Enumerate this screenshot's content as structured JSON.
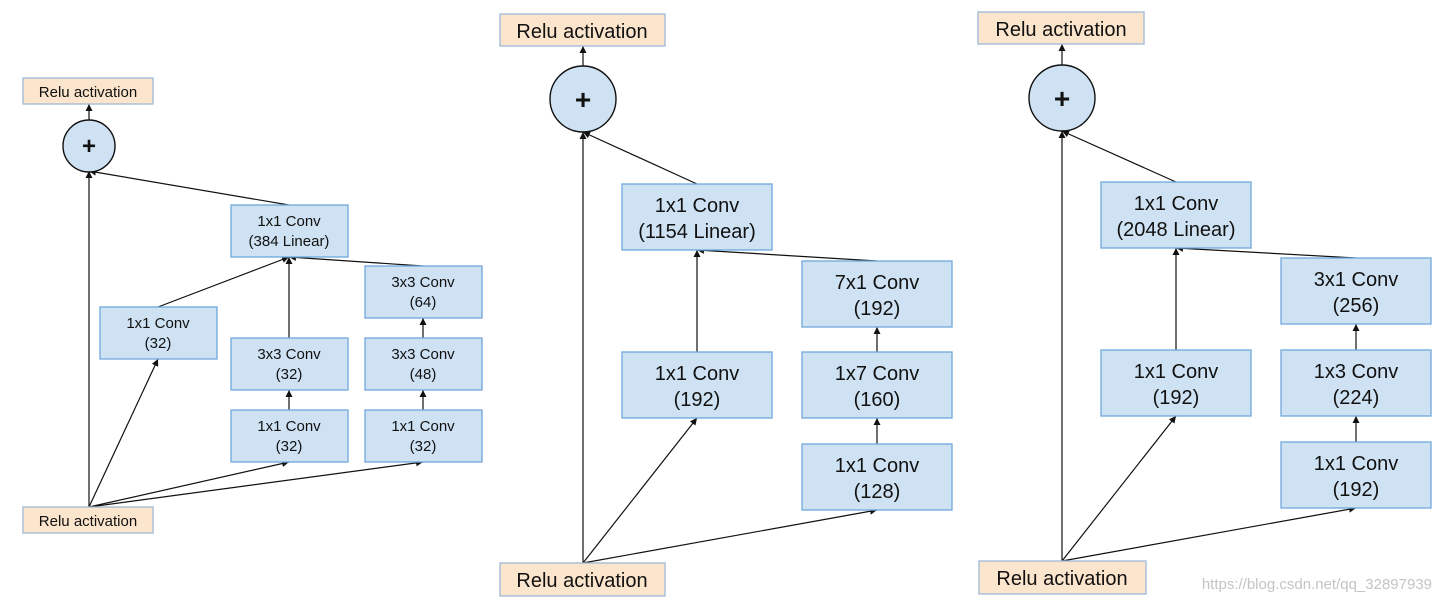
{
  "diagrams": [
    {
      "id": "a",
      "nodes": {
        "relu_top": "Relu activation",
        "add": "+",
        "conv_linear": [
          "1x1 Conv",
          "(384 Linear)"
        ],
        "b1_conv": [
          "1x1 Conv",
          "(32)"
        ],
        "b2_conv1": [
          "1x1 Conv",
          "(32)"
        ],
        "b2_conv2": [
          "3x3 Conv",
          "(32)"
        ],
        "b3_conv1": [
          "1x1 Conv",
          "(32)"
        ],
        "b3_conv2": [
          "3x3 Conv",
          "(48)"
        ],
        "b3_conv3": [
          "3x3 Conv",
          "(64)"
        ],
        "relu_bottom": "Relu activation"
      }
    },
    {
      "id": "b",
      "nodes": {
        "relu_top": "Relu activation",
        "add": "+",
        "conv_linear": [
          "1x1 Conv",
          "(1154 Linear)"
        ],
        "b1_conv": [
          "1x1 Conv",
          "(192)"
        ],
        "b2_conv1": [
          "1x1 Conv",
          "(128)"
        ],
        "b2_conv2": [
          "1x7 Conv",
          "(160)"
        ],
        "b2_conv3": [
          "7x1 Conv",
          "(192)"
        ],
        "relu_bottom": "Relu activation"
      }
    },
    {
      "id": "c",
      "nodes": {
        "relu_top": "Relu activation",
        "add": "+",
        "conv_linear": [
          "1x1 Conv",
          "(2048 Linear)"
        ],
        "b1_conv": [
          "1x1 Conv",
          "(192)"
        ],
        "b2_conv1": [
          "1x1 Conv",
          "(192)"
        ],
        "b2_conv2": [
          "1x3 Conv",
          "(224)"
        ],
        "b2_conv3": [
          "3x1 Conv",
          "(256)"
        ],
        "relu_bottom": "Relu activation"
      }
    }
  ],
  "watermark": "https://blog.csdn.net/qq_32897939"
}
